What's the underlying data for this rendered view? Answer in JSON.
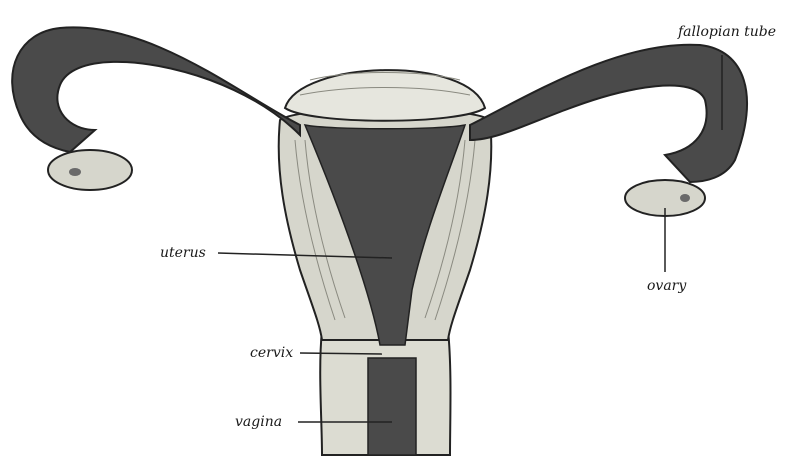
{
  "labels": {
    "fallopian_tube": "fallopian tube",
    "uterus": "uterus",
    "ovary": "ovary",
    "cervix": "cervix",
    "vagina": "vagina"
  },
  "colors": {
    "cavity": "#4a4a4a",
    "wall": "#d6d6cc",
    "outline": "#222222",
    "background": "#ffffff"
  }
}
